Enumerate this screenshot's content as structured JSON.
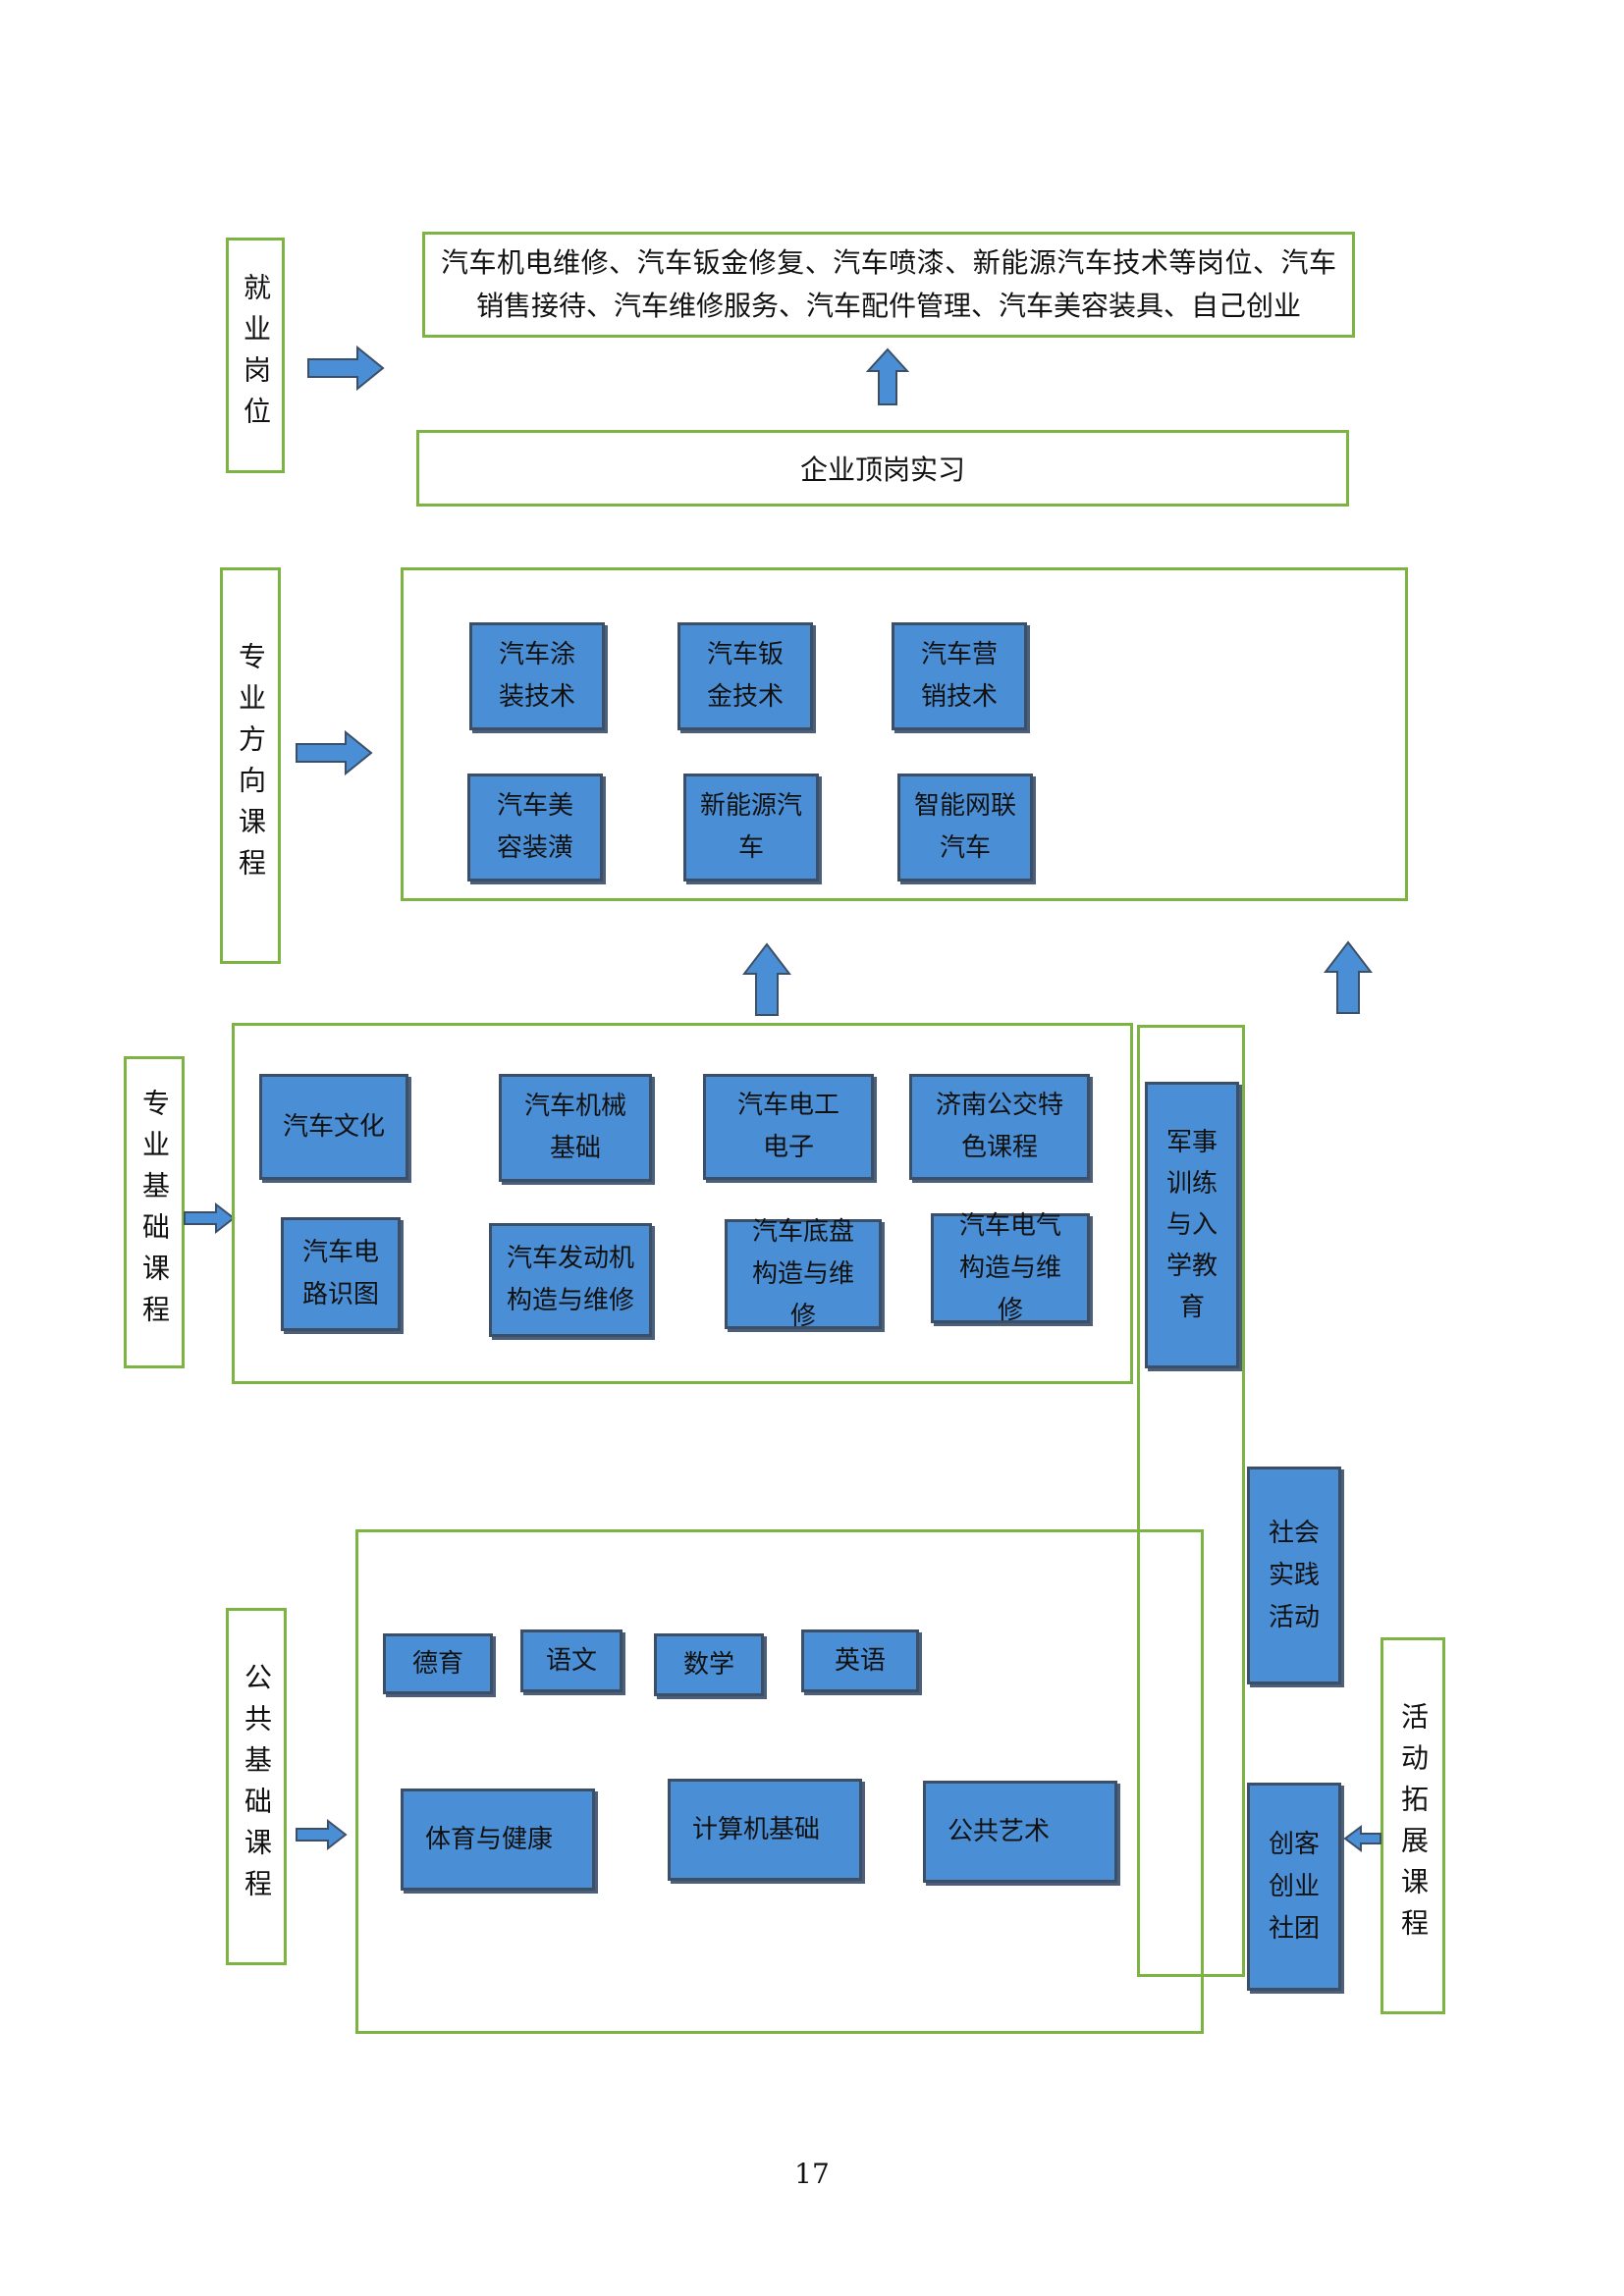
{
  "labels": {
    "jobs": "就业岗位",
    "major_direction": "专业方向课程",
    "major_basic": "专业基础课程",
    "public_basic": "公共基础课程",
    "activity": "活动拓展课程"
  },
  "jobs_text": "汽车机电维修、汽车钣金修复、汽车喷漆、新能源汽车技术等岗位、汽车销售接待、汽车维修服务、汽车配件管理、汽车美容装具、自己创业",
  "internship": "企业顶岗实习",
  "direction_courses": [
    "汽车涂装技术",
    "汽车钣金技术",
    "汽车营销技术",
    "汽车美容装潢",
    "新能源汽车",
    "智能网联汽车"
  ],
  "basic_courses": [
    "汽车文化",
    "汽车机械基础",
    "汽车电工电子",
    "济南公交特色课程",
    "汽车电路识图",
    "汽车发动机构造与维修",
    "汽车底盘构造与维修",
    "汽车电气构造与维修"
  ],
  "public_courses": [
    "德育",
    "语文",
    "数学",
    "英语",
    "体育与健康",
    "计算机基础",
    "公共艺术"
  ],
  "activity_items": [
    "军事训练与入学教育",
    "社会实践活动",
    "创客创业社团"
  ],
  "page_number": "17",
  "colors": {
    "box_fill": "#4a8fd6",
    "box_border": "#3d4f66",
    "frame": "#7cb342",
    "arrow": "#4a8fd6"
  }
}
